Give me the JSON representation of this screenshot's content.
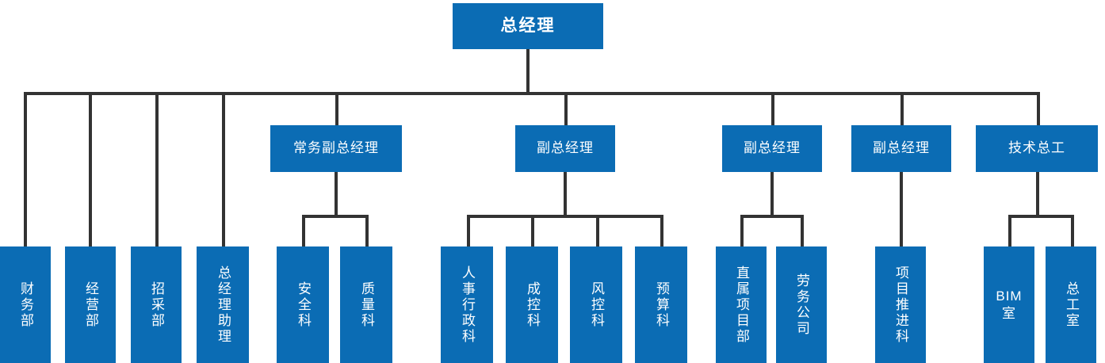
{
  "diagram": {
    "title_text": "总经理",
    "accent_color": "#0b6cb4",
    "line_color": "#333333",
    "background_color": "#ffffff",
    "type": "organization-chart",
    "root": {
      "label": "总经理"
    },
    "level2": [
      {
        "label": "常务副总经理"
      },
      {
        "label": "副总经理"
      },
      {
        "label": "副总经理"
      },
      {
        "label": "副总经理"
      },
      {
        "label": "技术总工"
      }
    ],
    "direct_departments": [
      {
        "label": "财务部"
      },
      {
        "label": "经营部"
      },
      {
        "label": "招采部"
      },
      {
        "label": "总经理助理"
      }
    ],
    "groups": [
      {
        "parent": "常务副总经理",
        "children": [
          {
            "label": "安全科"
          },
          {
            "label": "质量科"
          }
        ]
      },
      {
        "parent": "副总经理",
        "children": [
          {
            "label": "人事行政科"
          },
          {
            "label": "成控科"
          },
          {
            "label": "风控科"
          },
          {
            "label": "预算科"
          }
        ]
      },
      {
        "parent": "副总经理",
        "children": [
          {
            "label": "直属项目部"
          },
          {
            "label": "劳务公司"
          }
        ]
      },
      {
        "parent": "副总经理",
        "children": [
          {
            "label": "项目推进科"
          }
        ]
      },
      {
        "parent": "技术总工",
        "children": [
          {
            "label": "BIM室",
            "line1": "BIM",
            "line2": "室"
          },
          {
            "label": "总工室"
          }
        ]
      }
    ]
  }
}
